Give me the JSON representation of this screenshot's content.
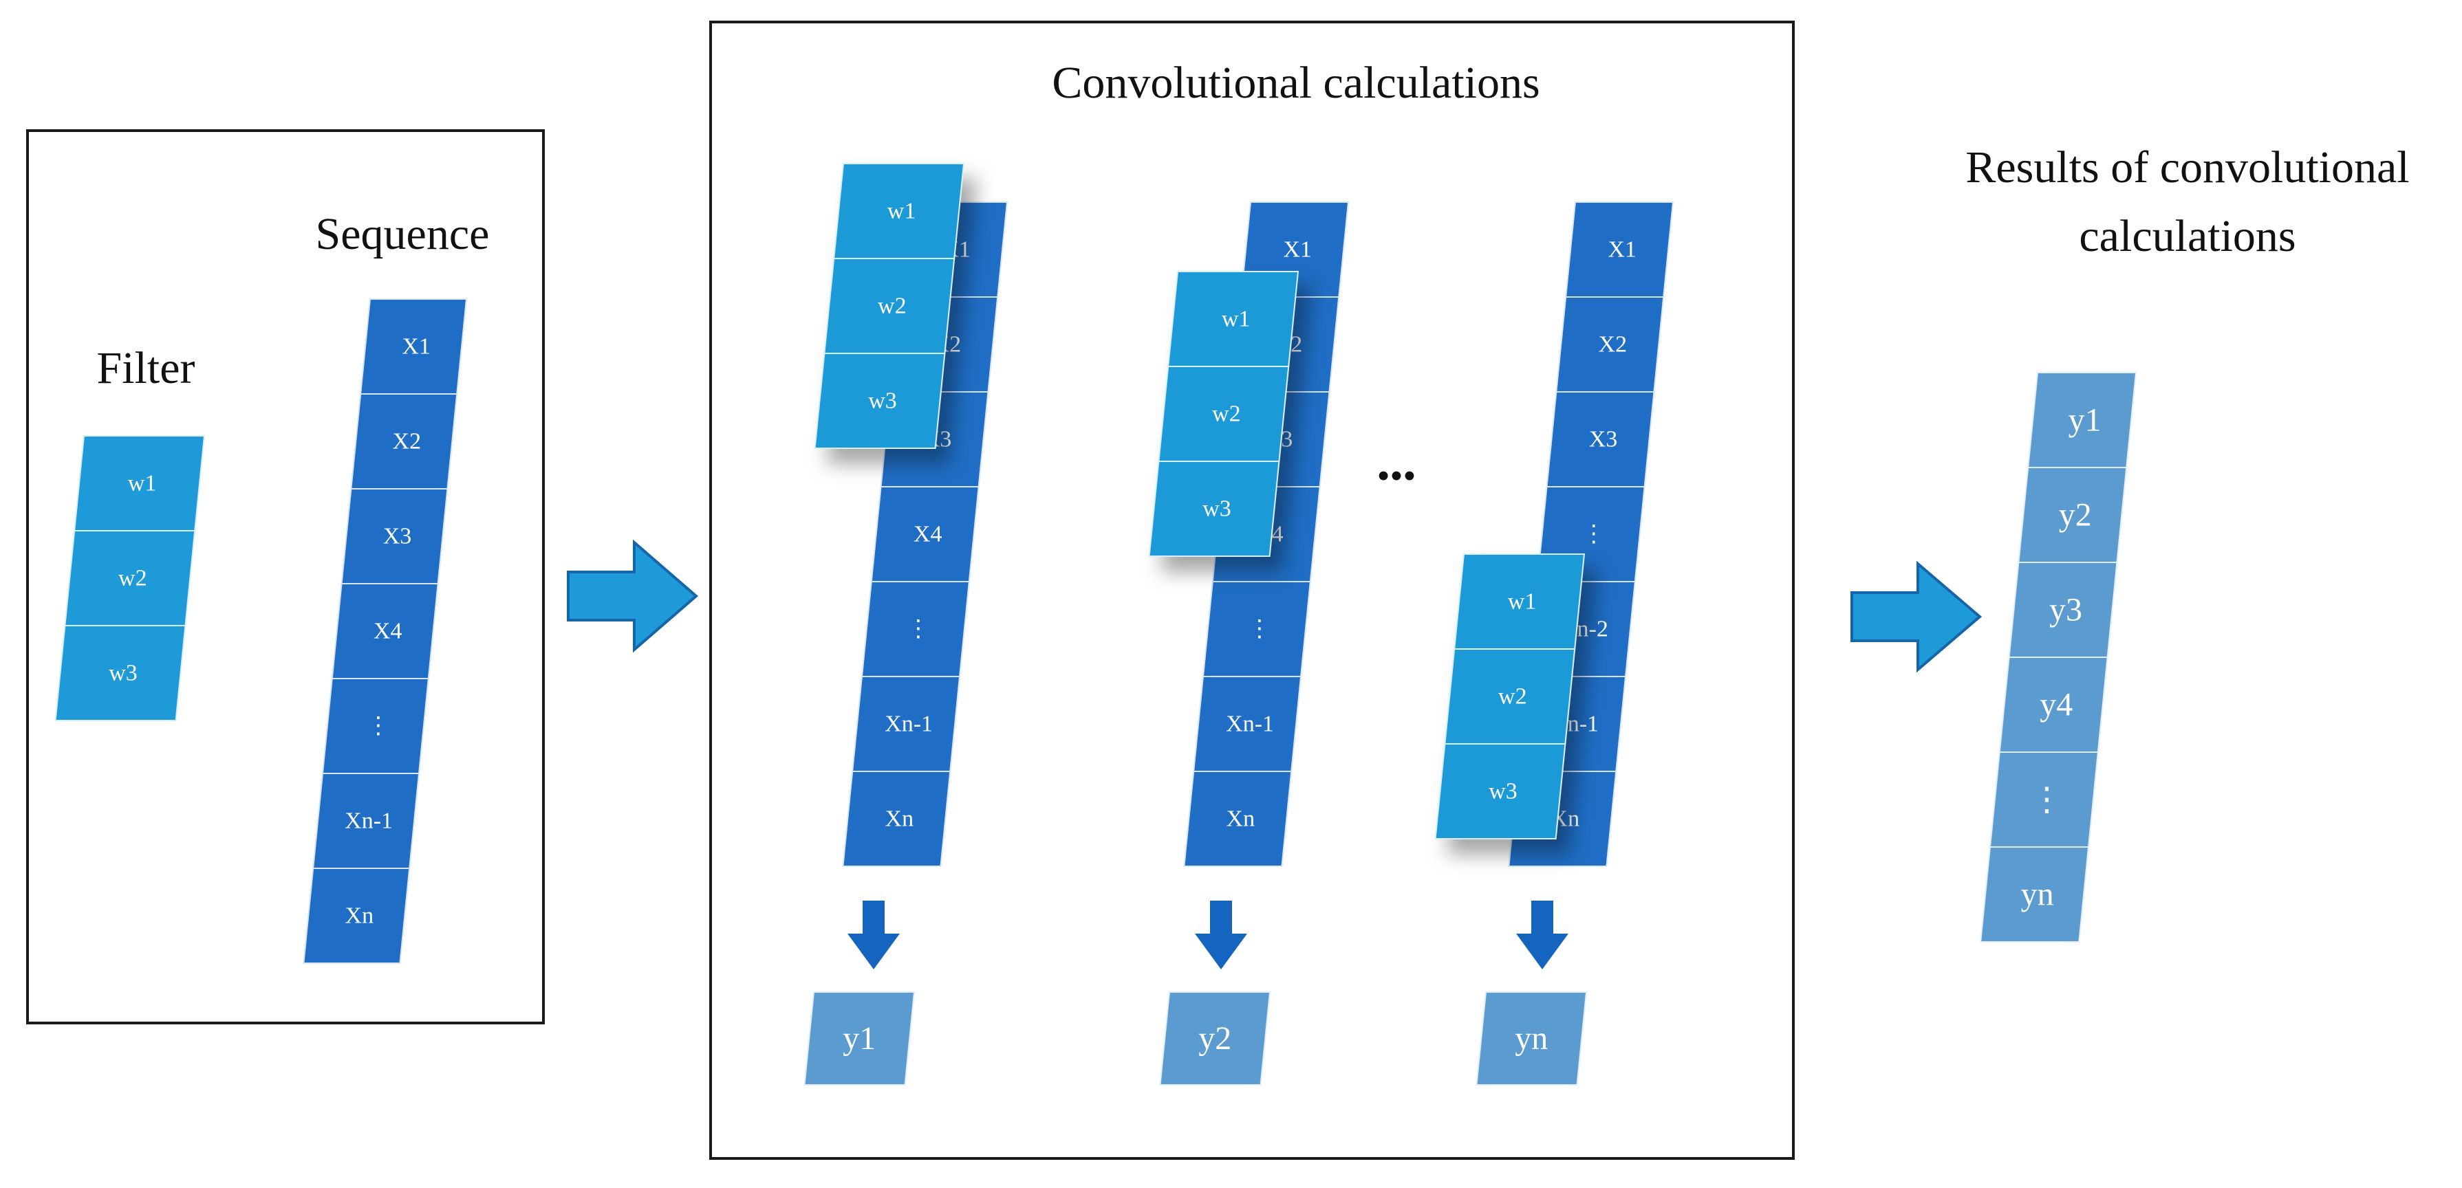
{
  "titles": {
    "filter": "Filter",
    "sequence": "Sequence",
    "convolution": "Convolutional calculations",
    "results_line1": "Results of convolutional",
    "results_line2": "calculations"
  },
  "filter_cells": [
    "w1",
    "w2",
    "w3"
  ],
  "sequence_cells": [
    "X1",
    "X2",
    "X3",
    "X4",
    "⋮",
    "Xn-1",
    "Xn"
  ],
  "convolution_steps": [
    {
      "sequence_cells": [
        "X1",
        "X2",
        "X3",
        "X4",
        "⋮",
        "Xn-1",
        "Xn"
      ],
      "filter_cells": [
        "w1",
        "w2",
        "w3"
      ],
      "output": "y1"
    },
    {
      "sequence_cells": [
        "X1",
        "X2",
        "X3",
        "X4",
        "⋮",
        "Xn-1",
        "Xn"
      ],
      "filter_cells": [
        "w1",
        "w2",
        "w3"
      ],
      "output": "y2"
    },
    {
      "sequence_cells": [
        "X1",
        "X2",
        "X3",
        "⋮",
        "Xn-2",
        "Xn-1",
        "Xn"
      ],
      "filter_cells": [
        "w1",
        "w2",
        "w3"
      ],
      "output": "yn"
    }
  ],
  "ellipsis": "•••",
  "result_cells": [
    "y1",
    "y2",
    "y3",
    "y4",
    "⋮",
    "yn"
  ],
  "colors": {
    "sequence_fill": "#1f6dc4",
    "filter_fill": "#1e9ad8",
    "result_fill": "#5b9bcf",
    "arrow_fill": "#1e9ad8",
    "down_arrow_fill": "#1565c0"
  }
}
